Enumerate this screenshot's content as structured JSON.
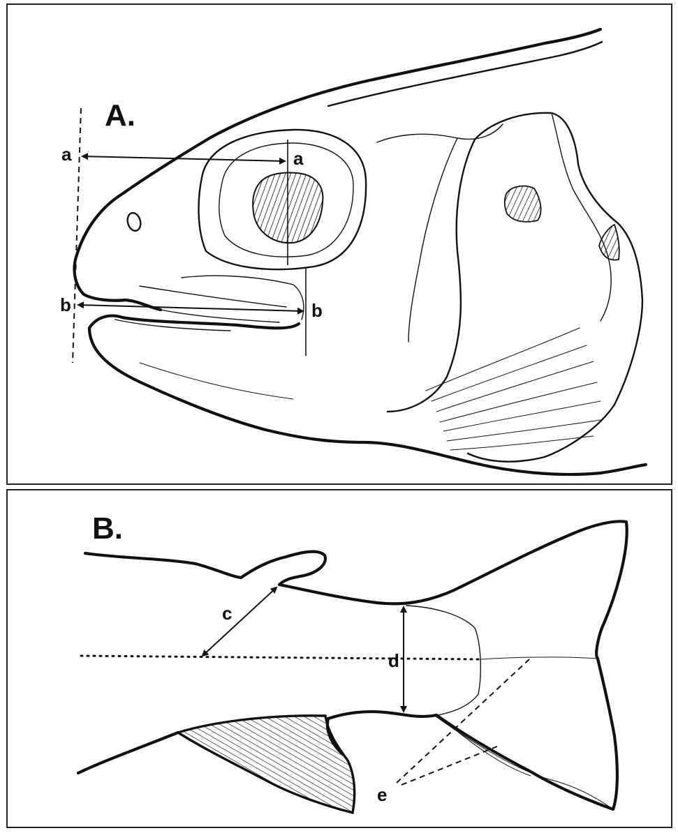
{
  "panels": {
    "a": {
      "letter": "A."
    },
    "b": {
      "letter": "B."
    }
  },
  "labels": {
    "a_left": "a",
    "a_right": "a",
    "b_left": "b",
    "b_right": "b",
    "c": "c",
    "d": "d",
    "e": "e"
  },
  "colors": {
    "ink": "#111111",
    "paper": "#ffffff"
  }
}
